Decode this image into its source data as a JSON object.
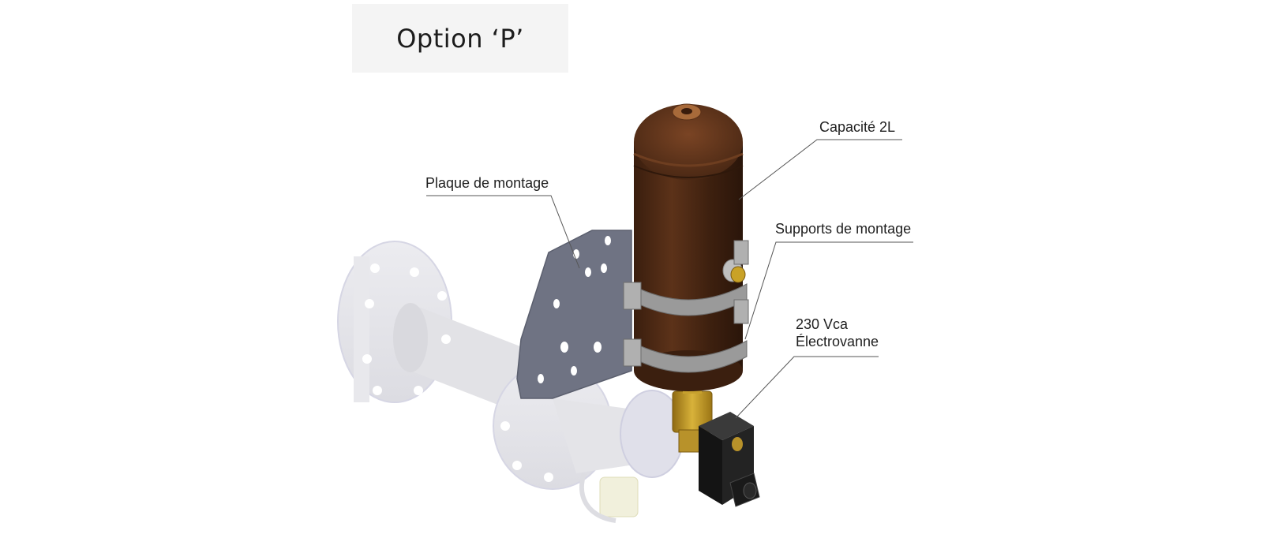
{
  "title": "Option ‘P’",
  "labels": {
    "capacity": "Capacité 2L",
    "mounting_plate": "Plaque de montage",
    "mounting_supports": "Supports de montage",
    "solenoid_line1": "230 Vca",
    "solenoid_line2": "Électrovanne"
  },
  "colors": {
    "tank": "#4a2814",
    "plate": "#6f7383",
    "straps": "#9a9a9a",
    "valve_body": "#c9a227",
    "solenoid": "#1a1a1a",
    "ghost_parts": "#e6e6ea",
    "title_box": "#f4f4f4"
  }
}
